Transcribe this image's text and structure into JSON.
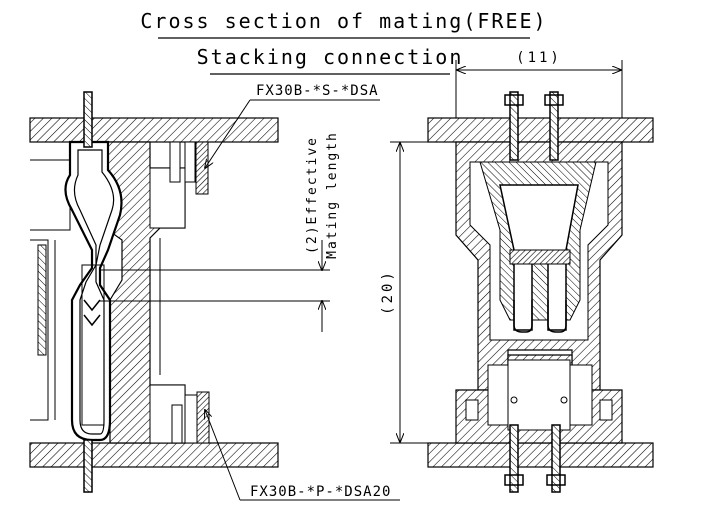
{
  "title": {
    "line1": "Cross section of mating(FREE)",
    "line2": "Stacking connection"
  },
  "labels": {
    "top_part": "FX30B-*S-*DSA",
    "bottom_part": "FX30B-*P-*DSA20",
    "effective_line1": "(2)Effective",
    "effective_line2": "Mating length",
    "width_dim": "(11)",
    "height_dim": "(20)"
  }
}
